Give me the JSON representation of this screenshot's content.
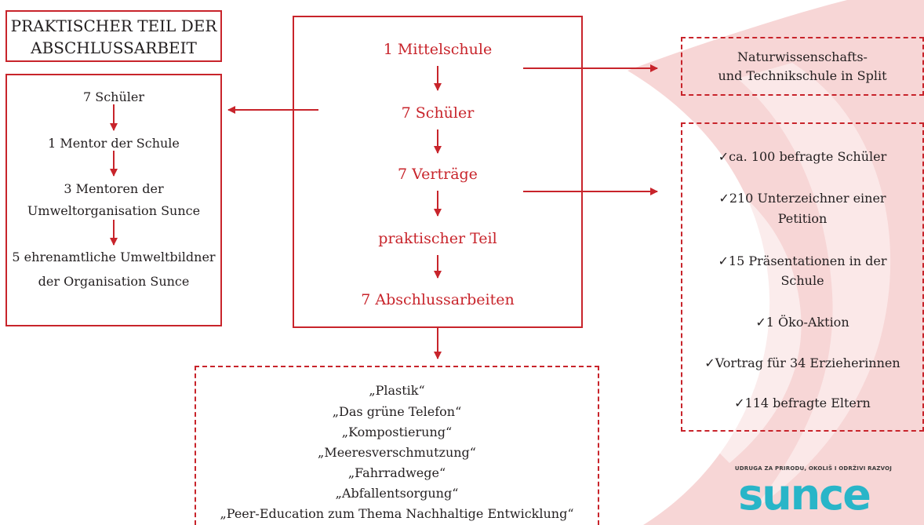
{
  "title": "PRAKTISCHER TEIL DER ABSCHLUSSARBEIT",
  "title_lines": [
    "PRAKTISCHER TEIL DER",
    "ABSCHLUSSARBEIT"
  ],
  "center_steps": [
    "1 Mittelschule",
    "7 Schüler",
    "7 Verträge",
    "praktischer Teil",
    "7 Abschlussarbeiten"
  ],
  "left_steps": [
    "7 Schüler",
    "1 Mentor der Schule",
    "3 Mentoren der",
    "Umweltorganisation Sunce",
    "5 ehrenamtliche Umweltbildner",
    "der Organisation Sunce"
  ],
  "school_lines": [
    "Naturwissenschafts-",
    "und Technikschule in Split"
  ],
  "results": [
    "✓ca. 100 befragte Schüler",
    "✓210 Unterzeichner einer",
    "Petition",
    "✓15 Präsentationen in der",
    "Schule",
    "✓1 Öko-Aktion",
    "✓Vortrag für 34 Erzieherinnen",
    "✓114 befragte Eltern"
  ],
  "topics": [
    "„Plastik“",
    "„Das grüne Telefon“",
    "„Kompostierung“",
    "„Meeresverschmutzung“",
    "„Fahrradwege“",
    "„Abfallentsorgung“",
    "„Peer-Education zum Thema Nachhaltige Entwicklung“"
  ],
  "logo": {
    "tagline": "UDRUGA ZA PRIRODU, OKOLIŠ I ODRŽIVI RAZVOJ",
    "name": "sunce"
  },
  "colors": {
    "accent": "#c8242b",
    "watermark": "#f7d6d6",
    "logo": "#29b5c8"
  }
}
